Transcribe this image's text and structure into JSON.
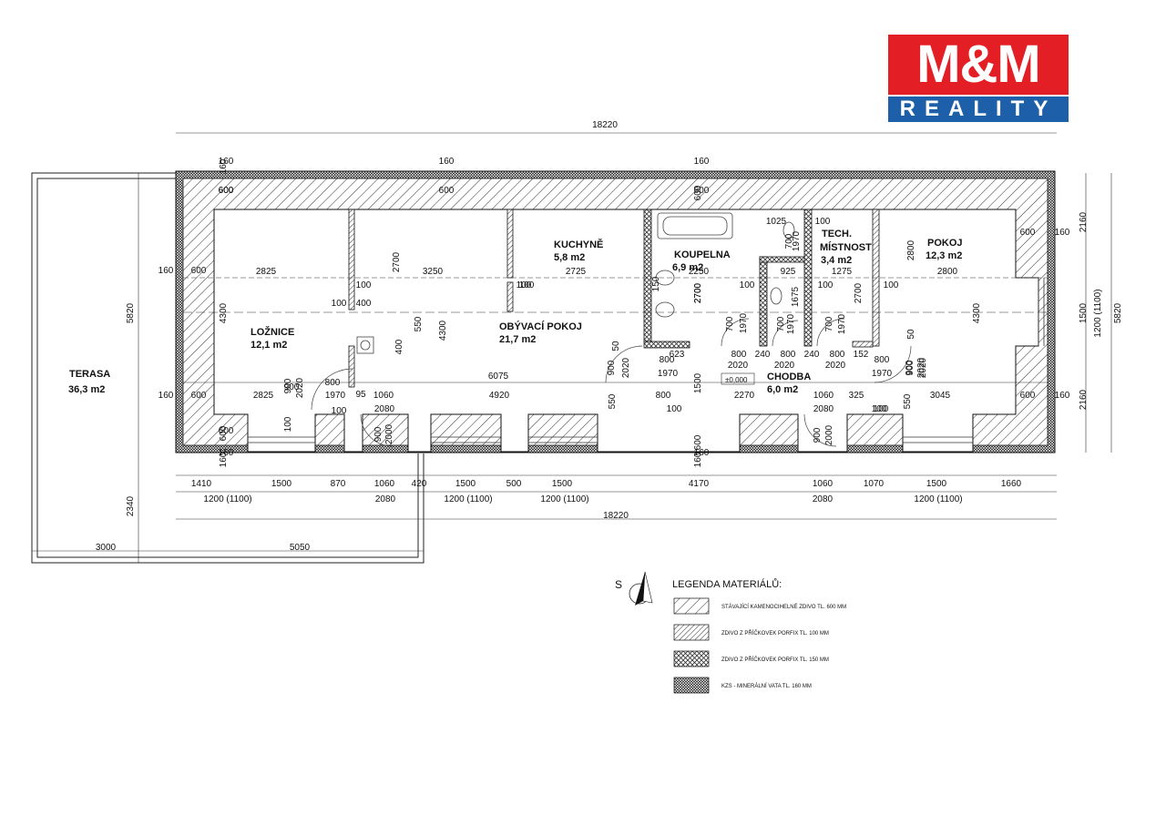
{
  "logo": {
    "brand_top": "M&M",
    "brand_bottom": "REALITY",
    "red": "#e31e24",
    "blue": "#1d5fa8"
  },
  "rooms": [
    {
      "name": "LOŽNICE",
      "area": "12,1 m2"
    },
    {
      "name": "OBÝVACÍ POKOJ",
      "area": "21,7 m2"
    },
    {
      "name": "KUCHYNĚ",
      "area": "5,8 m2"
    },
    {
      "name": "KOUPELNA",
      "area": "6,9 m2"
    },
    {
      "name": "TECH.",
      "name2": "MÍSTNOST",
      "area": "3,4 m2"
    },
    {
      "name": "POKOJ",
      "area": "12,3 m2"
    },
    {
      "name": "CHODBA",
      "area": "6,0 m2"
    },
    {
      "name": "TERASA",
      "area": "36,3 m2"
    }
  ],
  "level_mark": "±0,000",
  "dims_h": [
    "18220",
    "160",
    "160",
    "160",
    "600",
    "600",
    "600",
    "2825",
    "3250",
    "2725",
    "2250",
    "1275",
    "2800",
    "600",
    "160",
    "160",
    "600",
    "100",
    "400",
    "100",
    "100",
    "100",
    "1025",
    "925",
    "100",
    "100",
    "100",
    "6075",
    "4920",
    "2270",
    "3045",
    "2825",
    "600",
    "160",
    "600",
    "160",
    "800",
    "1970",
    "95",
    "1060",
    "2080",
    "100",
    "100",
    "100",
    "800",
    "100",
    "623",
    "800",
    "240",
    "800",
    "240",
    "800",
    "152",
    "2020",
    "2020",
    "2020",
    "1970",
    "800",
    "1060",
    "2080",
    "325",
    "100",
    "1970",
    "800",
    "1410",
    "1500",
    "870",
    "1060",
    "420",
    "1500",
    "500",
    "1500",
    "4170",
    "1060",
    "1070",
    "1500",
    "1660",
    "1200 (1100)",
    "2080",
    "1200 (1100)",
    "1200 (1100)",
    "2080",
    "1200 (1100)",
    "18220",
    "3000",
    "5050",
    "600",
    "600",
    "160",
    "160",
    "900"
  ],
  "dims_v": [
    "5820",
    "5820",
    "2160",
    "1500",
    "1200 (1100)",
    "2160",
    "4300",
    "4300",
    "4300",
    "2700",
    "2700",
    "2800",
    "150",
    "2700",
    "1675",
    "1970",
    "700",
    "700",
    "1970",
    "700",
    "1970",
    "700",
    "1970",
    "2700",
    "550",
    "400",
    "2020",
    "900",
    "100",
    "900",
    "2000",
    "900",
    "2000",
    "900",
    "2020",
    "50",
    "2020",
    "900",
    "550",
    "1500",
    "550",
    "50",
    "900",
    "2020",
    "2340",
    "600",
    "600",
    "600",
    "160",
    "160",
    "160"
  ],
  "legend": {
    "title": "LEGENDA MATERIÁLŮ:",
    "north": "S",
    "items": [
      "STÁVAJÍCÍ KAMENOCIHELNÉ ZDIVO TL. 600 MM",
      "ZDIVO Z PŘÍČKOVEK PORFIX TL. 100 MM",
      "ZDIVO Z PŘÍČKOVEK PORFIX TL. 150 MM",
      "KZS - MINERÁLNÍ VATA TL. 160 MM"
    ]
  }
}
